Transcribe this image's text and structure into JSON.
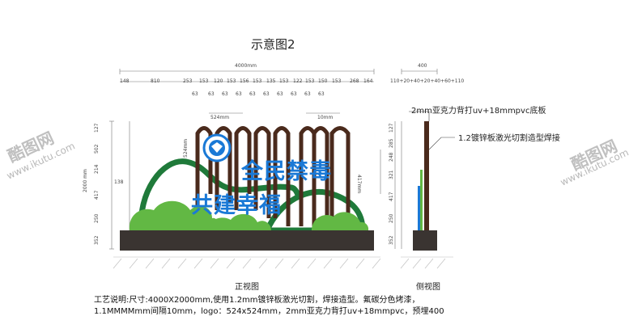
{
  "title": "示意图2",
  "front": {
    "overall_width": "4000mm",
    "top_dims": [
      "148",
      "810",
      "253",
      "153",
      "120",
      "153",
      "156",
      "153",
      "135",
      "153",
      "122",
      "153",
      "150",
      "153",
      "268",
      "164"
    ],
    "sub_dims": [
      "63",
      "63",
      "63",
      "63",
      "63",
      "63",
      "63",
      "63",
      "63",
      "63"
    ],
    "logo_dim": "524mm",
    "logo_dim_v": "524mm",
    "gap_dim": "10mm",
    "right_v_dim": "417mm",
    "left_total": "2000 mm",
    "left_dims": [
      "127",
      "502",
      "214",
      "417",
      "250",
      "352"
    ],
    "inner_dim": "138",
    "slogan_line1": "全民禁毒",
    "slogan_line2": "共建幸福",
    "view_label": "正视图"
  },
  "side": {
    "top_dim": "400",
    "sub_dims": "110+20+40+20+40+60+110",
    "left_dims": [
      "127",
      "285",
      "248",
      "321",
      "417",
      "250",
      "352"
    ],
    "view_label": "侧视图"
  },
  "callouts": {
    "c1": "2mm亚克力背打uv+18mmpvc底板",
    "c2": "1.2镀锌板激光切割造型焊接"
  },
  "description": {
    "line1": "工艺说明:尺寸:4000X2000mm,使用1.2mm镀锌板激光切割，焊接造型。氟碳分色烤漆，",
    "line2": "1.1MMMMmm间隔10mm，logo：524x524mm，2mm亚克力背打uv+18mmpvc，预埋400"
  },
  "watermark": {
    "brand": "酷图网",
    "url": "www.ikutu.com"
  },
  "colors": {
    "brown": "#4a2a1c",
    "green_dark": "#1f7a3a",
    "green_light": "#62b844",
    "blue": "#1a79d6",
    "base": "#3a3431"
  }
}
